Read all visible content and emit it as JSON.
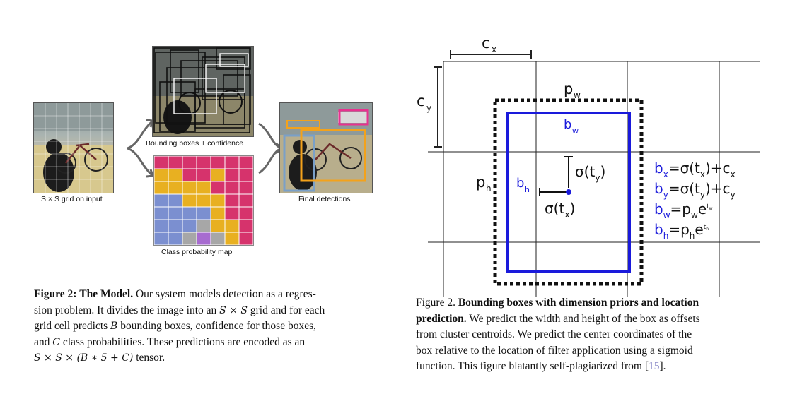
{
  "left_figure": {
    "labels": {
      "grid": "S × S grid on input",
      "bbox": "Bounding boxes + confidence",
      "classmap": "Class probability map",
      "final": "Final detections"
    },
    "colors": {
      "red": "#d6336c",
      "yellow": "#e8b021",
      "blue": "#7b8fd0",
      "grey": "#a7a7a7",
      "green": "#9bc58c",
      "purple": "#a76bd0",
      "pink_box": "#e8318f",
      "orange_box": "#f3a21b"
    }
  },
  "left_caption": {
    "fig_label": "Figure 2:",
    "fig_title": "The Model.",
    "line1": "Our system models detection as a regres-",
    "line2_a": "sion problem. It divides the image into an",
    "line2_math": "S × S",
    "line2_b": "grid and for each",
    "line3_a": "grid cell predicts",
    "line3_math": "B",
    "line3_b": "bounding boxes, confidence for those boxes,",
    "line4_a": "and",
    "line4_math": "C",
    "line4_b": "class probabilities. These predictions are encoded as an",
    "line5_math": "S × S × (B ∗ 5 + C)",
    "line5_b": "tensor."
  },
  "right_figure": {
    "cx": "c",
    "cx_sub": "x",
    "cy": "c",
    "cy_sub": "y",
    "pw": "p",
    "pw_sub": "w",
    "ph": "p",
    "ph_sub": "h",
    "bw": "b",
    "bw_sub": "w",
    "bh": "b",
    "bh_sub": "h",
    "sigma_ty": "σ(t",
    "sigma_ty_sub": "y",
    "sigma_tx": "σ(t",
    "sigma_tx_sub": "x",
    "close_paren": ")",
    "eq_bx": "=σ(t",
    "eq_by": "=σ(t",
    "eq_plus": ")+c",
    "eq_bw": "=p",
    "eq_bh": "=p",
    "eq_e": "e",
    "eq_t": "t",
    "colors": {
      "blue": "#1a1adb",
      "black": "#111111"
    }
  },
  "right_caption": {
    "fig_label": "Figure 2.",
    "fig_title": "Bounding boxes with dimension priors and location",
    "fig_title2": "prediction.",
    "line2_b": "We predict the width and height of the box as offsets",
    "line3": "from cluster centroids.  We predict the center coordinates of the",
    "line4": "box relative to the location of filter application using a sigmoid",
    "line5_a": "function. This figure blatantly self-plagiarized from [",
    "ref": "15",
    "line5_b": "]."
  }
}
